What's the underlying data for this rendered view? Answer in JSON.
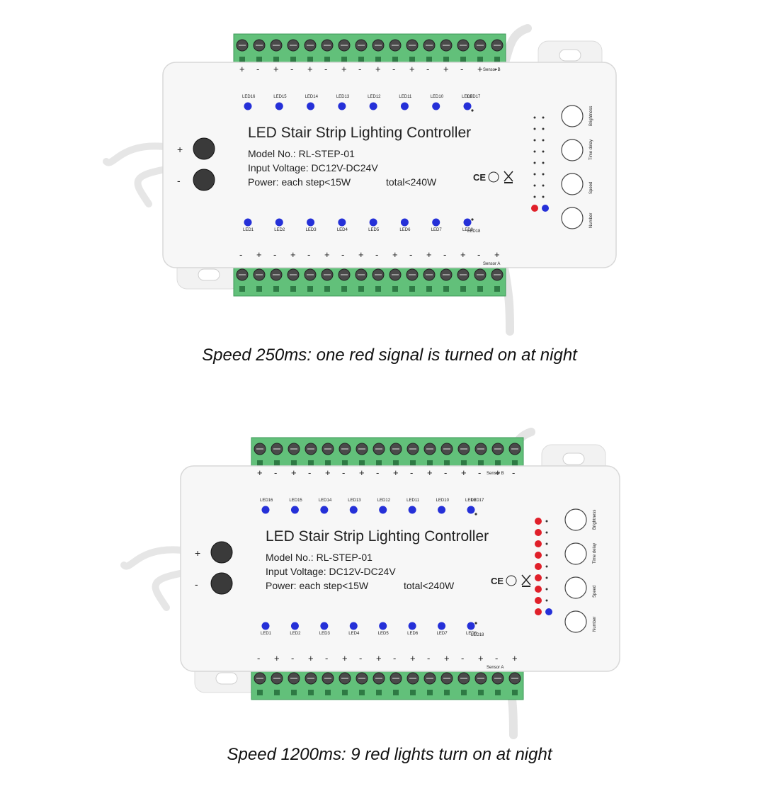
{
  "device": {
    "title": "LED Stair Strip Lighting Controller",
    "model": "Model No.: RL-STEP-01",
    "voltage": "Input Voltage: DC12V-DC24V",
    "power_each": "Power: each step<15W",
    "power_total": "total<240W",
    "led_top": [
      "LED16",
      "LED15",
      "LED14",
      "LED13",
      "LED12",
      "LED11",
      "LED10",
      "LED9"
    ],
    "led_bottom": [
      "LED1",
      "LED2",
      "LED3",
      "LED4",
      "LED5",
      "LED6",
      "LED7",
      "LED8"
    ],
    "led17": "LED17",
    "led18": "LED18",
    "sensor_b": "Sensor B",
    "sensor_a": "Sensor A",
    "buttons": [
      "Brightness",
      "Time delay",
      "Speed",
      "Number"
    ],
    "plus": "+",
    "minus": "-",
    "cert_ce": "CE"
  },
  "panels": [
    {
      "caption": "Speed 250ms: one red signal is turned on at night",
      "red_count": 1
    },
    {
      "caption": "Speed 1200ms: 9 red lights turn on at night",
      "red_count": 9
    }
  ],
  "colors": {
    "terminal_green": "#62c07a",
    "led_blue": "#2530d8",
    "led_red": "#e0202a",
    "body": "#f7f7f7"
  }
}
